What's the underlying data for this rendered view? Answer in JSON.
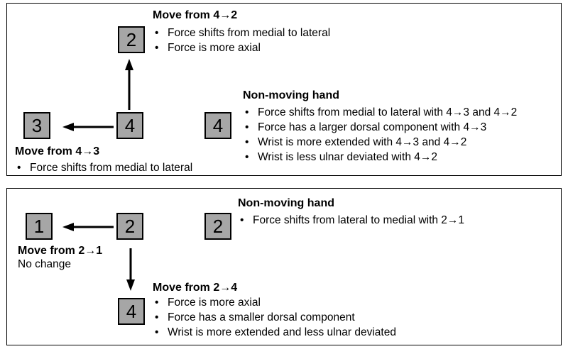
{
  "panel_top": {
    "keys": {
      "top": "2",
      "center": "4",
      "left": "3",
      "reference": "4"
    },
    "move_up": {
      "heading": "Move from 4→2",
      "items": [
        "Force shifts from medial to lateral",
        "Force is more axial"
      ]
    },
    "move_left": {
      "heading": "Move from 4→3",
      "items": [
        "Force shifts from medial to lateral"
      ]
    },
    "non_moving": {
      "heading": "Non-moving hand",
      "items": [
        "Force shifts from medial to lateral with 4→3 and 4→2",
        "Force has a larger dorsal component with 4→3",
        "Wrist is more extended with 4→3 and 4→2",
        "Wrist is less ulnar deviated with 4→2"
      ]
    }
  },
  "panel_bottom": {
    "keys": {
      "left": "1",
      "center": "2",
      "bottom": "4",
      "reference": "2"
    },
    "move_left": {
      "heading": "Move from 2→1",
      "note": "No change"
    },
    "move_down": {
      "heading": "Move from 2→4",
      "items": [
        "Force is more axial",
        "Force has a smaller dorsal component",
        "Wrist is more extended and less ulnar deviated"
      ]
    },
    "non_moving": {
      "heading": "Non-moving hand",
      "items": [
        "Force shifts from lateral to medial with 2→1"
      ]
    }
  }
}
